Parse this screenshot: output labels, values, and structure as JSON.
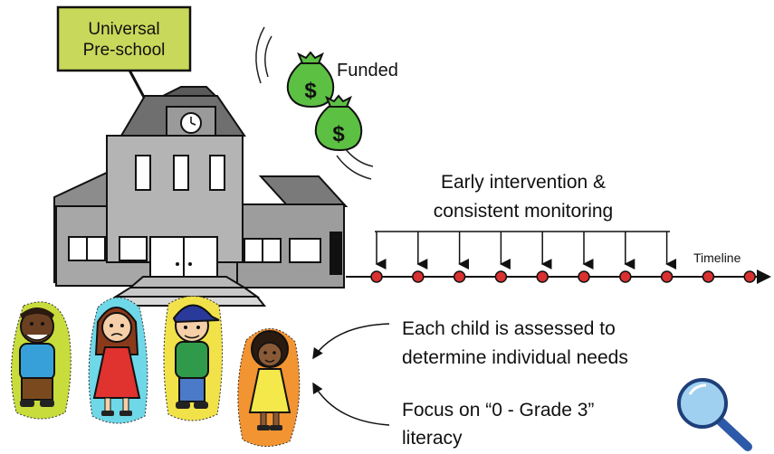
{
  "sign": {
    "line1": "Universal",
    "line2": "Pre-school"
  },
  "funded_label": "Funded",
  "money_symbol": "$",
  "intervention": {
    "line1": "Early intervention &",
    "line2": "consistent monitoring"
  },
  "timeline_label": "Timeline",
  "timeline_points": 10,
  "monitoring_arrows": 8,
  "assessment": {
    "line1": "Each child is assessed to",
    "line2": "determine individual needs"
  },
  "focus": {
    "line1": "Focus on “0 - Grade 3”",
    "line2": "literacy"
  },
  "colors": {
    "sign": "#c8d85a",
    "money_bag": "#5cc043",
    "timeline_dot": "#d93030",
    "building": "#9a9a9a",
    "roof": "#6f6f6f",
    "magnifier_glass": "#9fd0f0",
    "magnifier_handle": "#2d5aa8"
  },
  "children": [
    {
      "name": "boy-blue-shirt",
      "halo": "#c8dc3c"
    },
    {
      "name": "girl-red-dress",
      "halo": "#6fd8e8"
    },
    {
      "name": "boy-green-shirt",
      "halo": "#f2e24a"
    },
    {
      "name": "girl-yellow-dress",
      "halo": "#f29432"
    }
  ]
}
